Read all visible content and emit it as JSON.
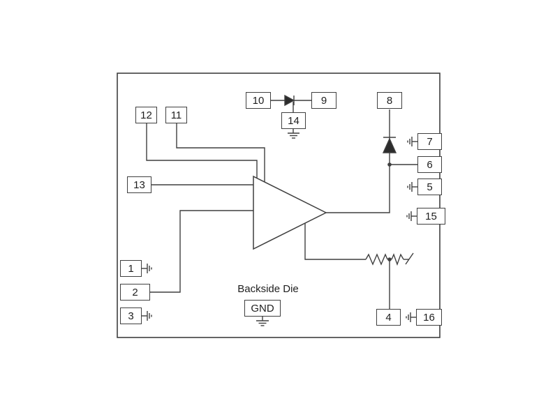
{
  "diagram": {
    "pins": {
      "p1": "1",
      "p2": "2",
      "p3": "3",
      "p4": "4",
      "p5": "5",
      "p6": "6",
      "p7": "7",
      "p8": "8",
      "p9": "9",
      "p10": "10",
      "p11": "11",
      "p12": "12",
      "p13": "13",
      "p14": "14",
      "p15": "15",
      "p16": "16"
    },
    "labels": {
      "backside_die": "Backside Die",
      "gnd": "GND"
    },
    "colors": {
      "line": "#3f3f3f",
      "background": "#ffffff",
      "box_fill": "#ffffff",
      "symbol_fill": "#2c2c2c"
    },
    "symbols": {
      "amplifier": "amplifier-triangle",
      "diode_series": "diode-icon",
      "diode_shunt": "diode-icon",
      "resistor": "resistor-icon",
      "ground": "ground-icon",
      "via_ground": "via-ground-icon",
      "junction": "junction-dot"
    }
  }
}
